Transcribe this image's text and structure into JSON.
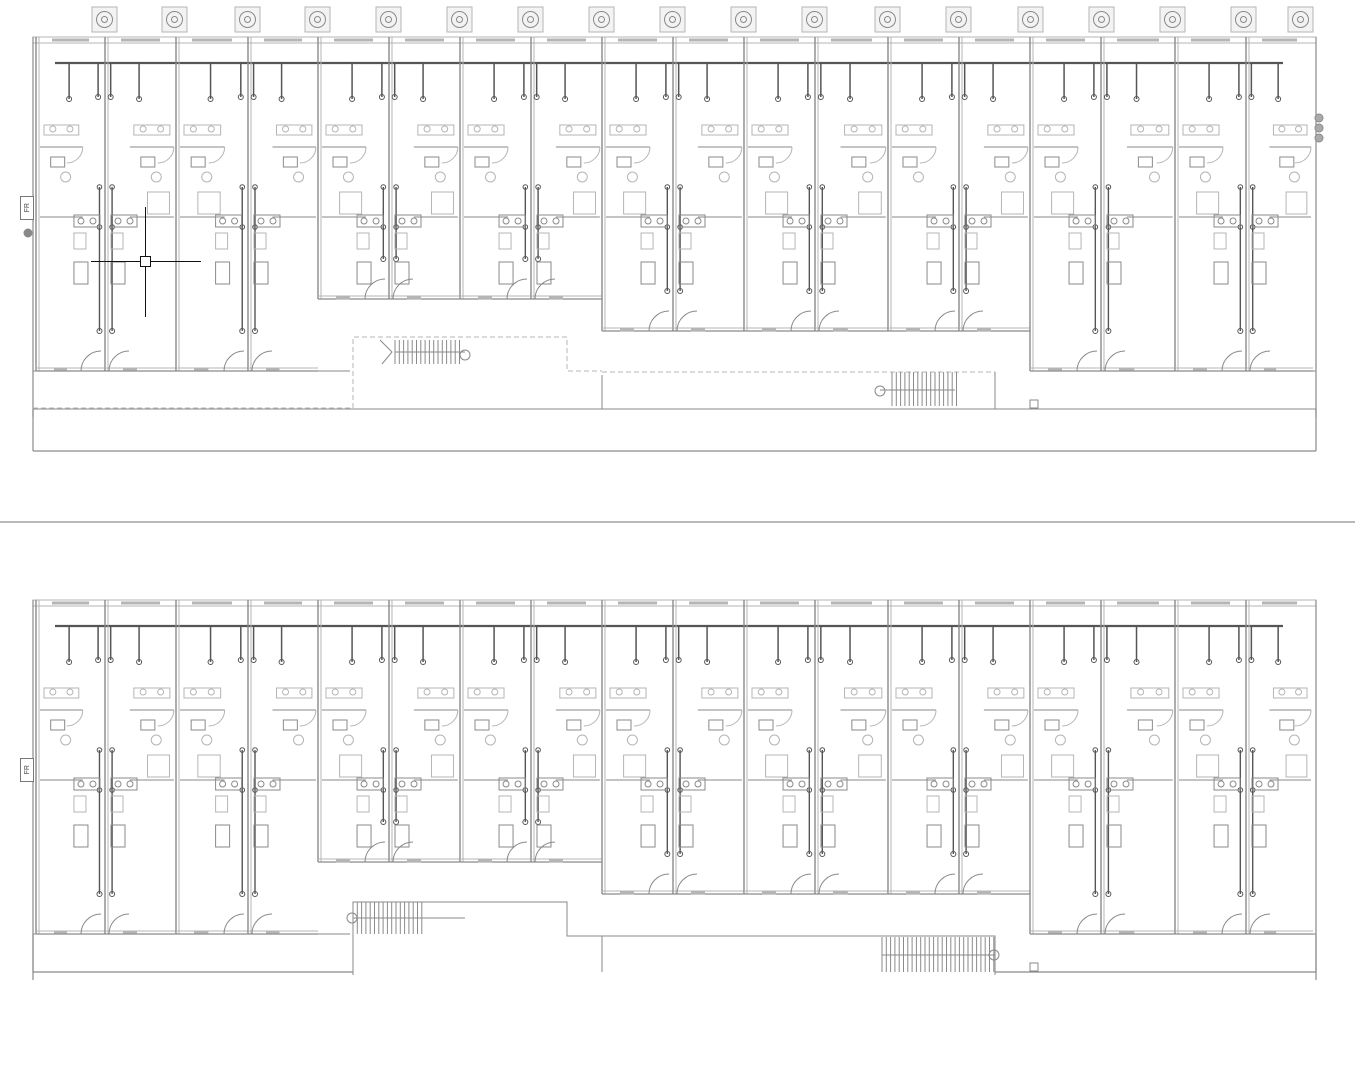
{
  "drawing": {
    "levels": [
      {
        "id": "upper-floor",
        "unit_count": 18,
        "has_roof_units": true
      },
      {
        "id": "lower-floor",
        "unit_count": 18,
        "has_roof_units": false
      }
    ],
    "tags": {
      "fire_riser": "FR"
    },
    "colors": {
      "wall": "#8a8a8a",
      "wall_light": "#b5b5b5",
      "pipe": "#555555",
      "background": "#ffffff",
      "divider": "#b9b9b9",
      "cursor": "#111111"
    },
    "icons": [
      "rooftop-unit-icon",
      "crosshair-cursor-icon",
      "fire-riser-tag-icon"
    ]
  }
}
